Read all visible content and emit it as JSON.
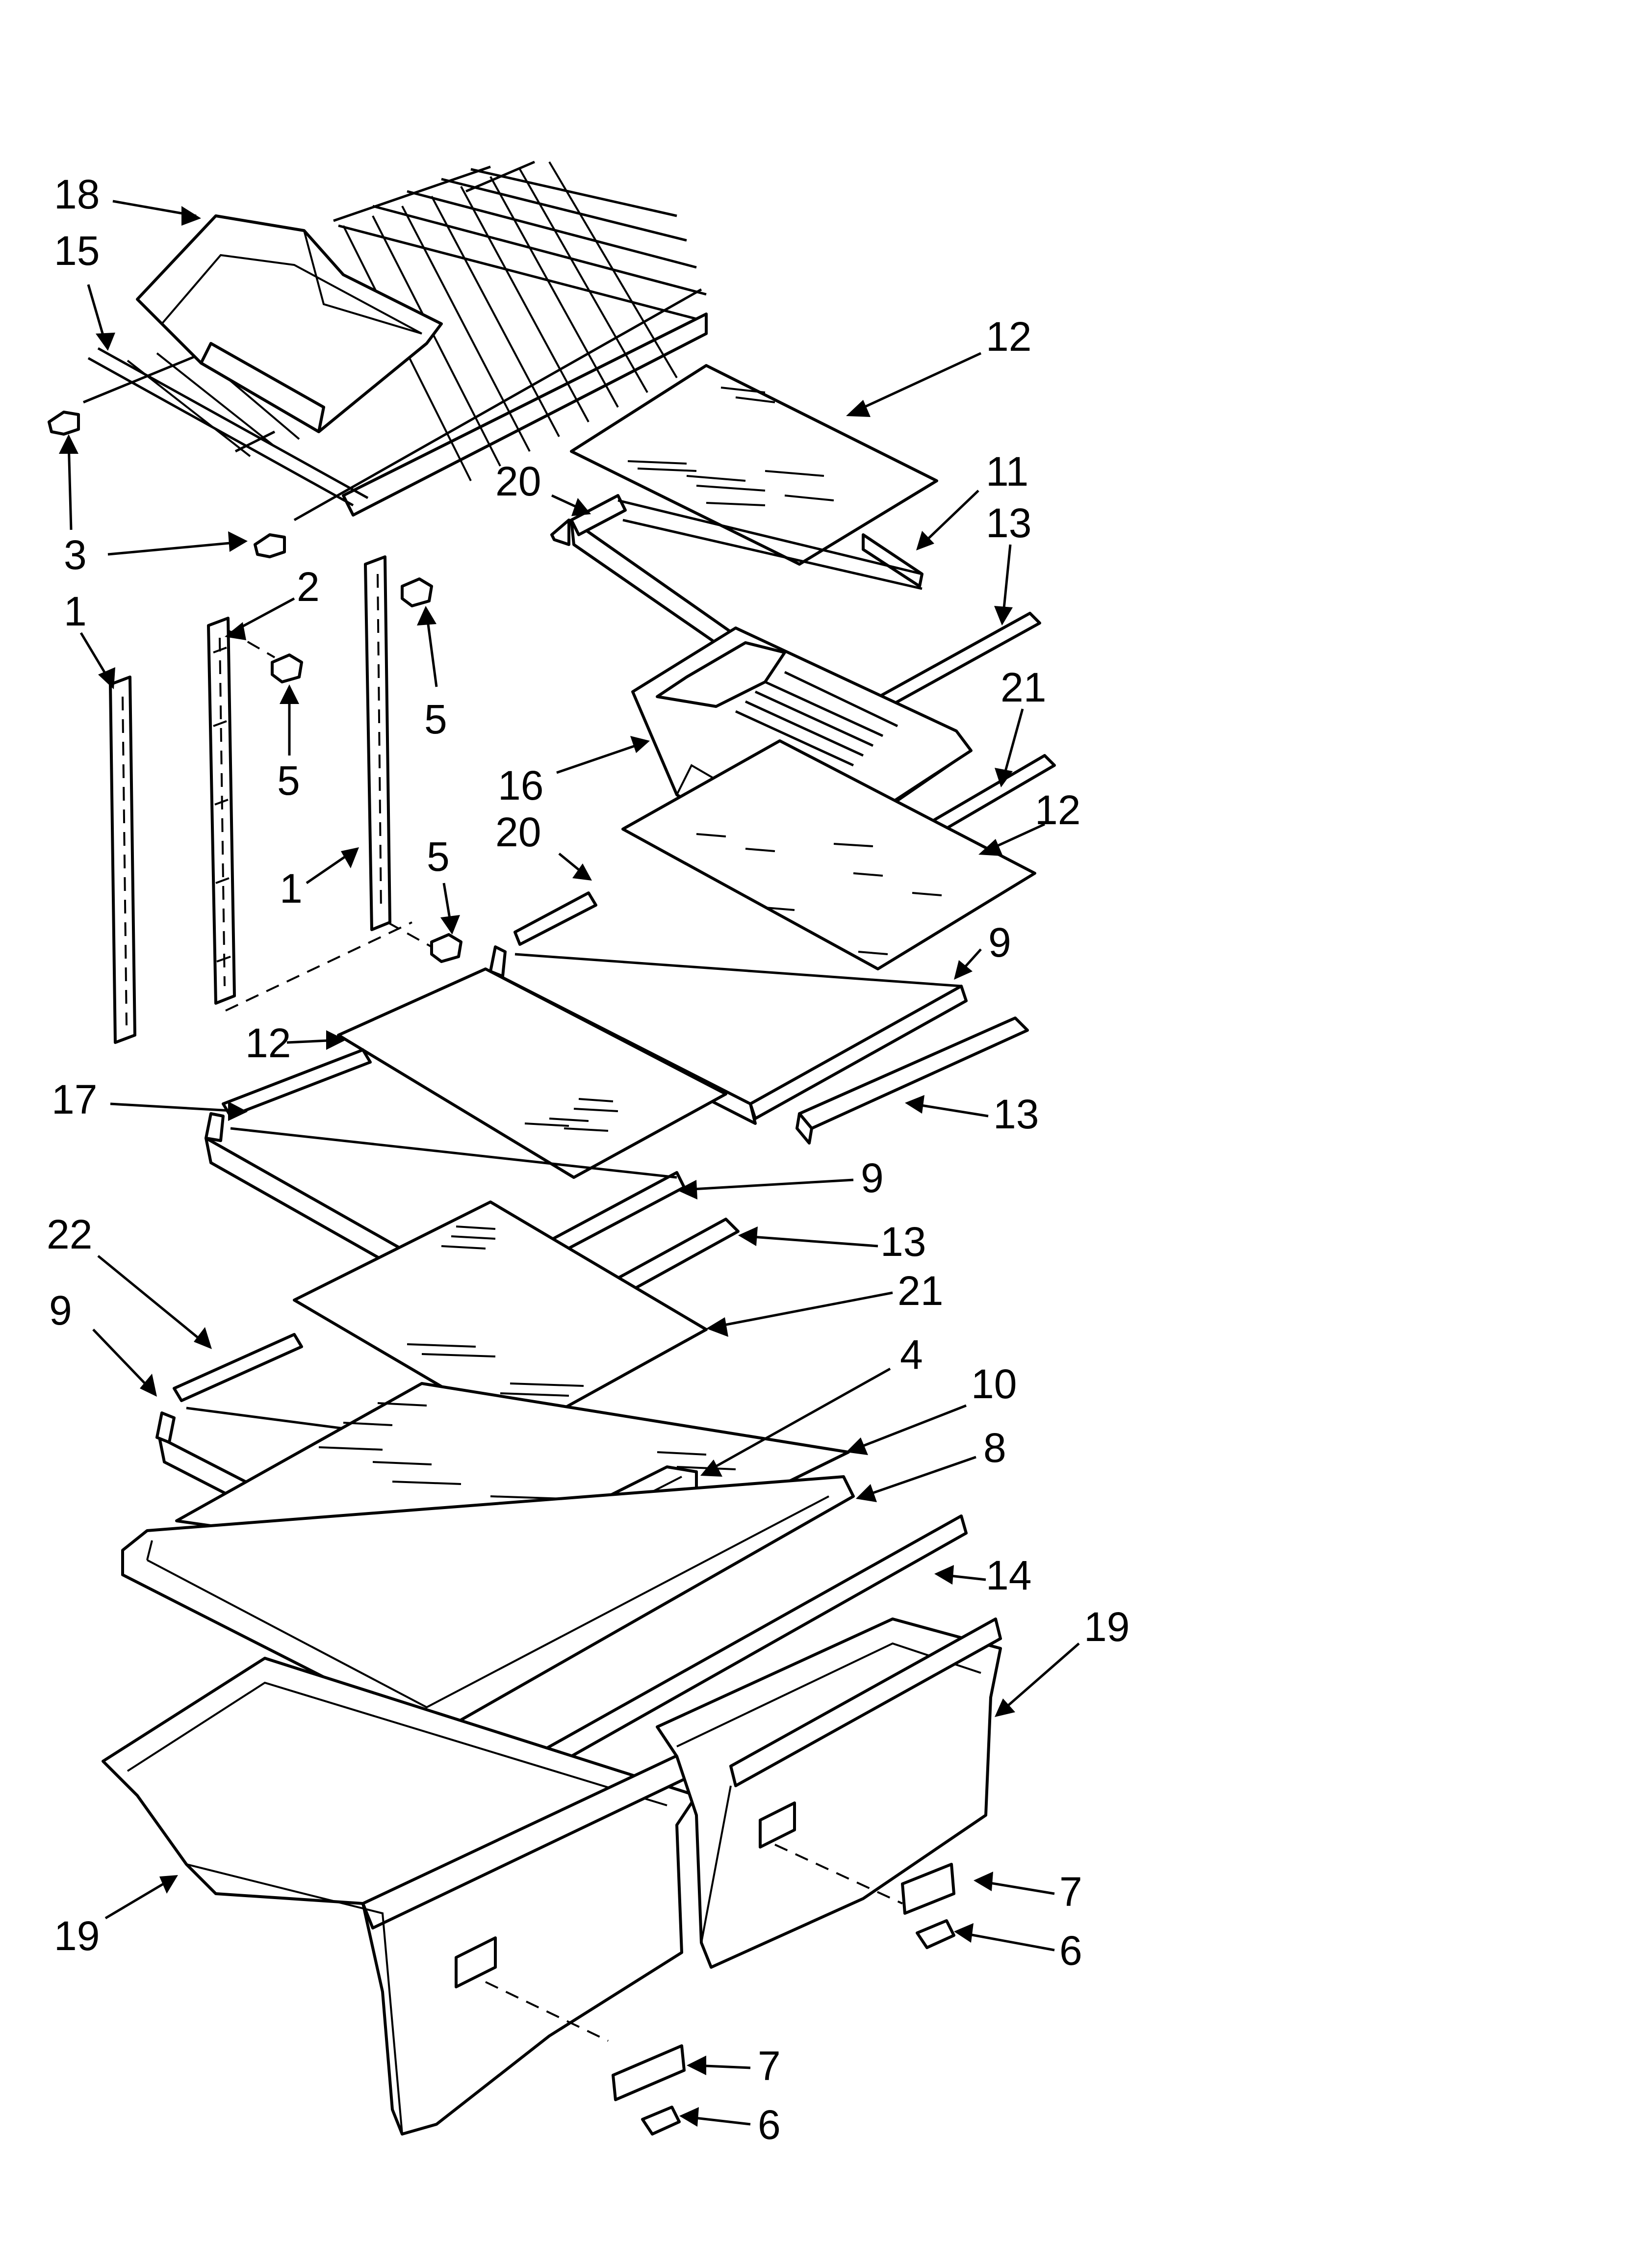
{
  "callouts": [
    {
      "id": "18",
      "label": "18"
    },
    {
      "id": "15",
      "label": "15"
    },
    {
      "id": "3",
      "label": "3"
    },
    {
      "id": "1a",
      "label": "1"
    },
    {
      "id": "2",
      "label": "2"
    },
    {
      "id": "5a",
      "label": "5"
    },
    {
      "id": "5b",
      "label": "5"
    },
    {
      "id": "1b",
      "label": "1"
    },
    {
      "id": "5c",
      "label": "5"
    },
    {
      "id": "12a",
      "label": "12"
    },
    {
      "id": "20a",
      "label": "20"
    },
    {
      "id": "11",
      "label": "11"
    },
    {
      "id": "13a",
      "label": "13"
    },
    {
      "id": "21a",
      "label": "21"
    },
    {
      "id": "16",
      "label": "16"
    },
    {
      "id": "20b",
      "label": "20"
    },
    {
      "id": "12b",
      "label": "12"
    },
    {
      "id": "9a",
      "label": "9"
    },
    {
      "id": "12c",
      "label": "12"
    },
    {
      "id": "17",
      "label": "17"
    },
    {
      "id": "13b",
      "label": "13"
    },
    {
      "id": "9b",
      "label": "9"
    },
    {
      "id": "13c",
      "label": "13"
    },
    {
      "id": "22",
      "label": "22"
    },
    {
      "id": "21b",
      "label": "21"
    },
    {
      "id": "9c",
      "label": "9"
    },
    {
      "id": "4",
      "label": "4"
    },
    {
      "id": "10",
      "label": "10"
    },
    {
      "id": "8",
      "label": "8"
    },
    {
      "id": "14",
      "label": "14"
    },
    {
      "id": "19a",
      "label": "19"
    },
    {
      "id": "19b",
      "label": "19"
    },
    {
      "id": "7a",
      "label": "7"
    },
    {
      "id": "6a",
      "label": "6"
    },
    {
      "id": "7b",
      "label": "7"
    },
    {
      "id": "6b",
      "label": "6"
    }
  ]
}
